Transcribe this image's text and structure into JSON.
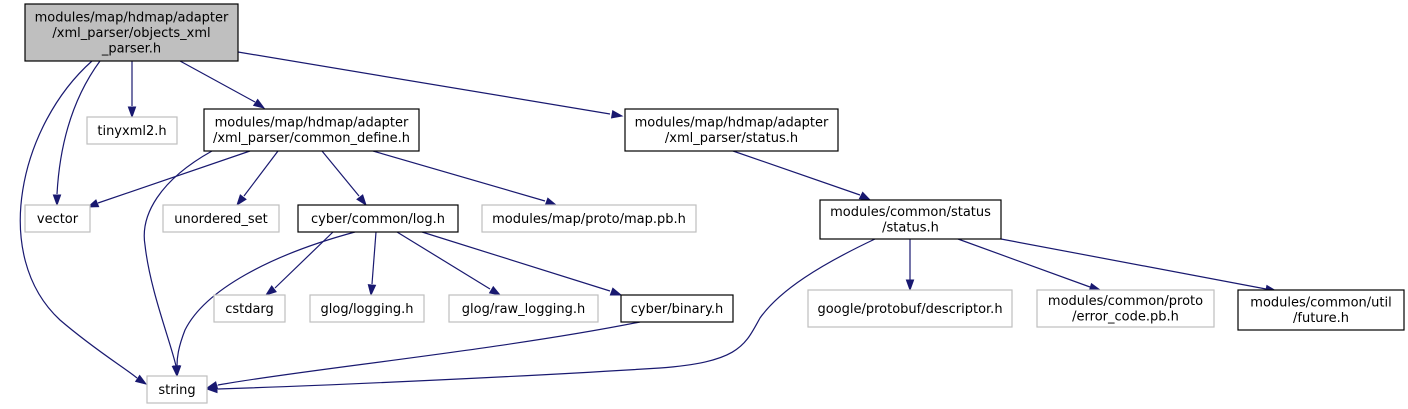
{
  "graph": {
    "nodes": [
      {
        "id": "objects_xml_parser",
        "lines": [
          "modules/map/hdmap/adapter",
          "/xml_parser/objects_xml",
          "_parser.h"
        ],
        "style": "header",
        "interactable": false
      },
      {
        "id": "tinyxml2",
        "lines": [
          "tinyxml2.h"
        ],
        "style": "light",
        "interactable": false
      },
      {
        "id": "common_define",
        "lines": [
          "modules/map/hdmap/adapter",
          "/xml_parser/common_define.h"
        ],
        "style": "solid",
        "interactable": true
      },
      {
        "id": "status_h_adapter",
        "lines": [
          "modules/map/hdmap/adapter",
          "/xml_parser/status.h"
        ],
        "style": "solid",
        "interactable": true
      },
      {
        "id": "vector",
        "lines": [
          "vector"
        ],
        "style": "light",
        "interactable": false
      },
      {
        "id": "unordered_set",
        "lines": [
          "unordered_set"
        ],
        "style": "light",
        "interactable": false
      },
      {
        "id": "log_h",
        "lines": [
          "cyber/common/log.h"
        ],
        "style": "solid",
        "interactable": true
      },
      {
        "id": "map_pb",
        "lines": [
          "modules/map/proto/map.pb.h"
        ],
        "style": "light",
        "interactable": false
      },
      {
        "id": "common_status",
        "lines": [
          "modules/common/status",
          "/status.h"
        ],
        "style": "solid",
        "interactable": true
      },
      {
        "id": "cstdarg",
        "lines": [
          "cstdarg"
        ],
        "style": "light",
        "interactable": false
      },
      {
        "id": "glog_logging",
        "lines": [
          "glog/logging.h"
        ],
        "style": "light",
        "interactable": false
      },
      {
        "id": "glog_raw",
        "lines": [
          "glog/raw_logging.h"
        ],
        "style": "light",
        "interactable": false
      },
      {
        "id": "binary_h",
        "lines": [
          "cyber/binary.h"
        ],
        "style": "solid",
        "interactable": true
      },
      {
        "id": "descriptor",
        "lines": [
          "google/protobuf/descriptor.h"
        ],
        "style": "light",
        "interactable": false
      },
      {
        "id": "error_code",
        "lines": [
          "modules/common/proto",
          "/error_code.pb.h"
        ],
        "style": "light",
        "interactable": false
      },
      {
        "id": "future_h",
        "lines": [
          "modules/common/util",
          "/future.h"
        ],
        "style": "solid",
        "interactable": true
      },
      {
        "id": "string",
        "lines": [
          "string"
        ],
        "style": "light",
        "interactable": false
      }
    ],
    "edges": [
      {
        "from": "objects_xml_parser",
        "to": "tinyxml2"
      },
      {
        "from": "objects_xml_parser",
        "to": "common_define"
      },
      {
        "from": "objects_xml_parser",
        "to": "status_h_adapter"
      },
      {
        "from": "objects_xml_parser",
        "to": "vector"
      },
      {
        "from": "objects_xml_parser",
        "to": "string"
      },
      {
        "from": "common_define",
        "to": "vector"
      },
      {
        "from": "common_define",
        "to": "unordered_set"
      },
      {
        "from": "common_define",
        "to": "log_h"
      },
      {
        "from": "common_define",
        "to": "map_pb"
      },
      {
        "from": "common_define",
        "to": "string"
      },
      {
        "from": "status_h_adapter",
        "to": "common_status"
      },
      {
        "from": "log_h",
        "to": "cstdarg"
      },
      {
        "from": "log_h",
        "to": "glog_logging"
      },
      {
        "from": "log_h",
        "to": "glog_raw"
      },
      {
        "from": "log_h",
        "to": "binary_h"
      },
      {
        "from": "log_h",
        "to": "string"
      },
      {
        "from": "binary_h",
        "to": "string"
      },
      {
        "from": "common_status",
        "to": "descriptor"
      },
      {
        "from": "common_status",
        "to": "error_code"
      },
      {
        "from": "common_status",
        "to": "future_h"
      },
      {
        "from": "common_status",
        "to": "string"
      }
    ],
    "colors": {
      "edge": "#191970",
      "header_fill": "#bfbfbf",
      "solid_border": "#000000",
      "light_border": "#bfbfbf"
    }
  }
}
